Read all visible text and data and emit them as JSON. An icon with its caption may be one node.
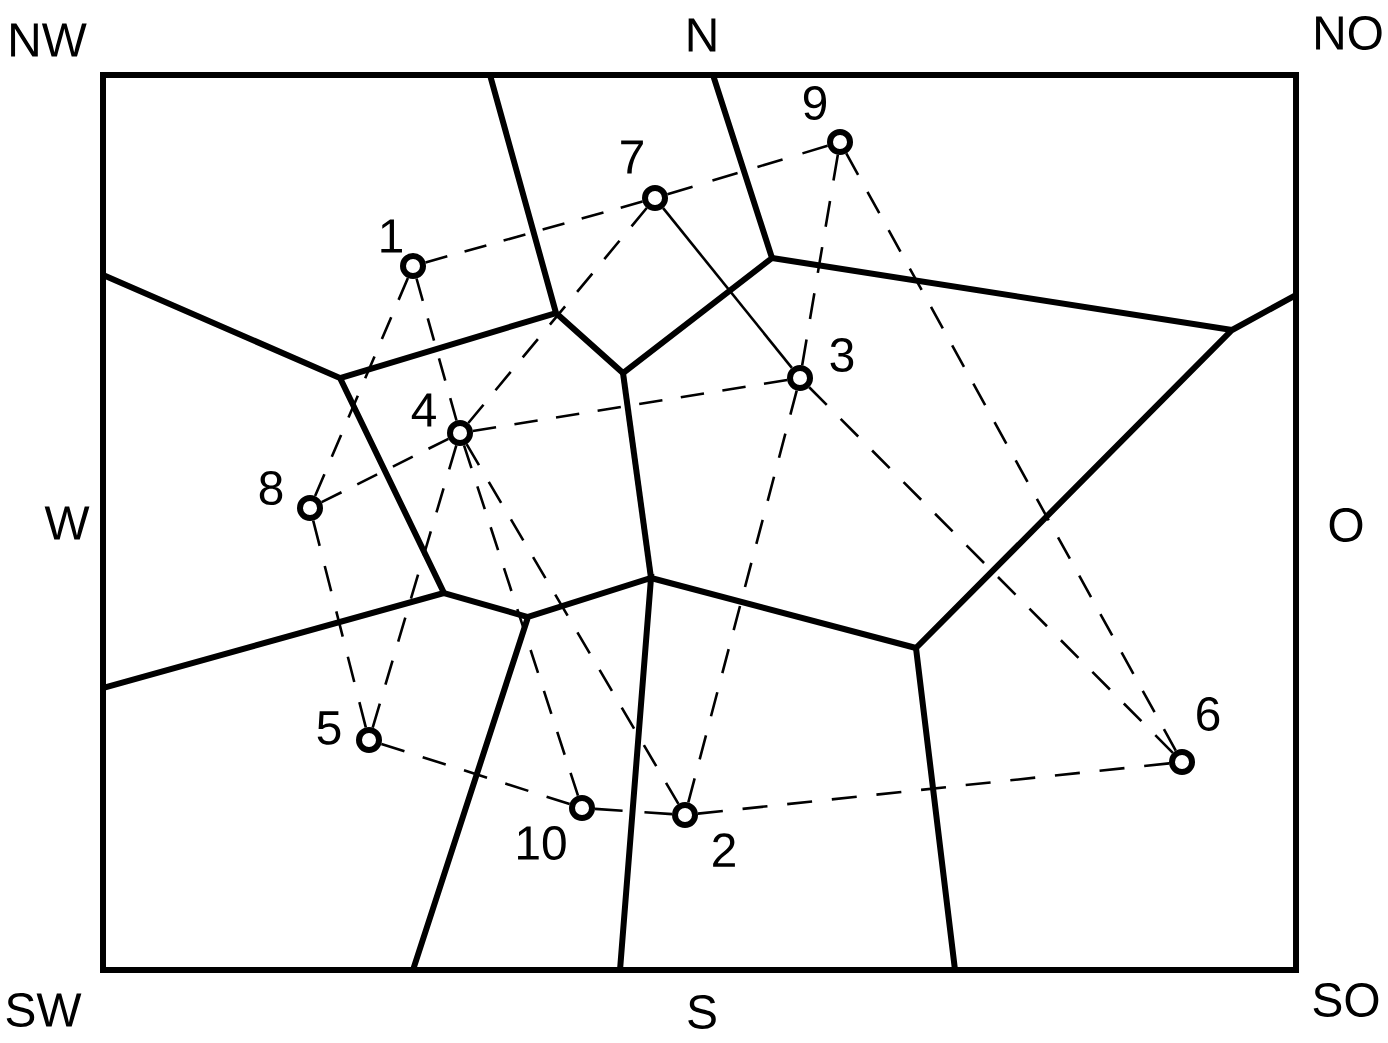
{
  "diagram": {
    "nodes": [
      {
        "text": [],
        "shape": "circle",
        "beside": [
          "1"
        ]
      },
      {
        "text": [],
        "shape": "circle",
        "beside": [
          "2"
        ]
      },
      {
        "text": [],
        "shape": "circle",
        "beside": [
          "3"
        ]
      },
      {
        "text": [],
        "shape": "circle",
        "beside": [
          "4"
        ]
      },
      {
        "text": [],
        "shape": "circle",
        "beside": [
          "5"
        ]
      },
      {
        "text": [],
        "shape": "circle",
        "beside": [
          "6"
        ]
      },
      {
        "text": [],
        "shape": "circle",
        "beside": [
          "7"
        ]
      },
      {
        "text": [],
        "shape": "circle",
        "beside": [
          "8"
        ]
      },
      {
        "text": [],
        "shape": "circle",
        "beside": [
          "9"
        ]
      },
      {
        "text": [],
        "shape": "circle",
        "beside": [
          "10"
        ]
      }
    ],
    "edges": [
      {
        "from": 0,
        "to": 6,
        "arrow": "none",
        "style": "dashed"
      },
      {
        "from": 6,
        "to": 8,
        "arrow": "none",
        "style": "dashed"
      },
      {
        "from": 0,
        "to": 7,
        "arrow": "none",
        "style": "dashed"
      },
      {
        "from": 0,
        "to": 3,
        "arrow": "none",
        "style": "dashed"
      },
      {
        "from": 6,
        "to": 3,
        "arrow": "none",
        "style": "dashed"
      },
      {
        "from": 6,
        "to": 2,
        "arrow": "none"
      },
      {
        "from": 8,
        "to": 2,
        "arrow": "none",
        "style": "dashed"
      },
      {
        "from": 8,
        "to": 5,
        "arrow": "none",
        "style": "dashed"
      },
      {
        "from": 3,
        "to": 2,
        "arrow": "none",
        "style": "dashed"
      },
      {
        "from": 7,
        "to": 3,
        "arrow": "none",
        "style": "dashed"
      },
      {
        "from": 7,
        "to": 4,
        "arrow": "none",
        "style": "dashed"
      },
      {
        "from": 3,
        "to": 4,
        "arrow": "none",
        "style": "dashed"
      },
      {
        "from": 3,
        "to": 9,
        "arrow": "none",
        "style": "dashed"
      },
      {
        "from": 3,
        "to": 1,
        "arrow": "none",
        "style": "dashed"
      },
      {
        "from": 2,
        "to": 1,
        "arrow": "none",
        "style": "dashed"
      },
      {
        "from": 2,
        "to": 5,
        "arrow": "none",
        "style": "dashed"
      },
      {
        "from": 4,
        "to": 9,
        "arrow": "none",
        "style": "dashed"
      },
      {
        "from": 9,
        "to": 1,
        "arrow": "none",
        "style": "dashed"
      },
      {
        "from": 1,
        "to": 5,
        "arrow": "none",
        "style": "dashed"
      }
    ],
    "labels": [
      "NW",
      "N",
      "NO",
      "W",
      "O",
      "SW",
      "S",
      "SO"
    ]
  }
}
